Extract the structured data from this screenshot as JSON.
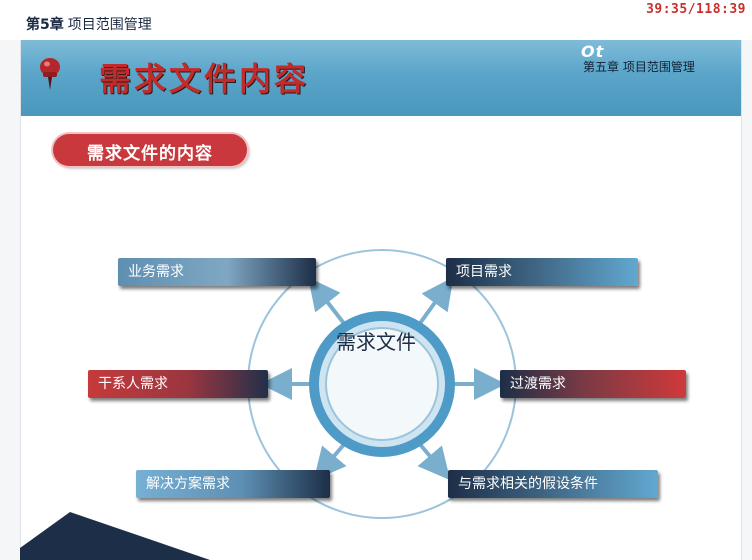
{
  "header": {
    "chapter": "第5章",
    "chapter_title": "项目范围管理",
    "timer": "39:35/118:39"
  },
  "banner": {
    "title": "需求文件内容",
    "brand": "Ot",
    "subtitle": "第五章 项目范围管理"
  },
  "section": {
    "label": "需求文件的内容"
  },
  "diagram": {
    "center": "需求文件",
    "boxes": {
      "business": "业务需求",
      "project": "项目需求",
      "stakeholder": "干系人需求",
      "transition": "过渡需求",
      "solution": "解决方案需求",
      "related": "与需求相关的假设条件"
    }
  },
  "colors": {
    "banner": "#5aa5c9",
    "accent_red": "#c9383d",
    "dark_navy": "#1d2e48",
    "ring": "#6aaed3"
  }
}
